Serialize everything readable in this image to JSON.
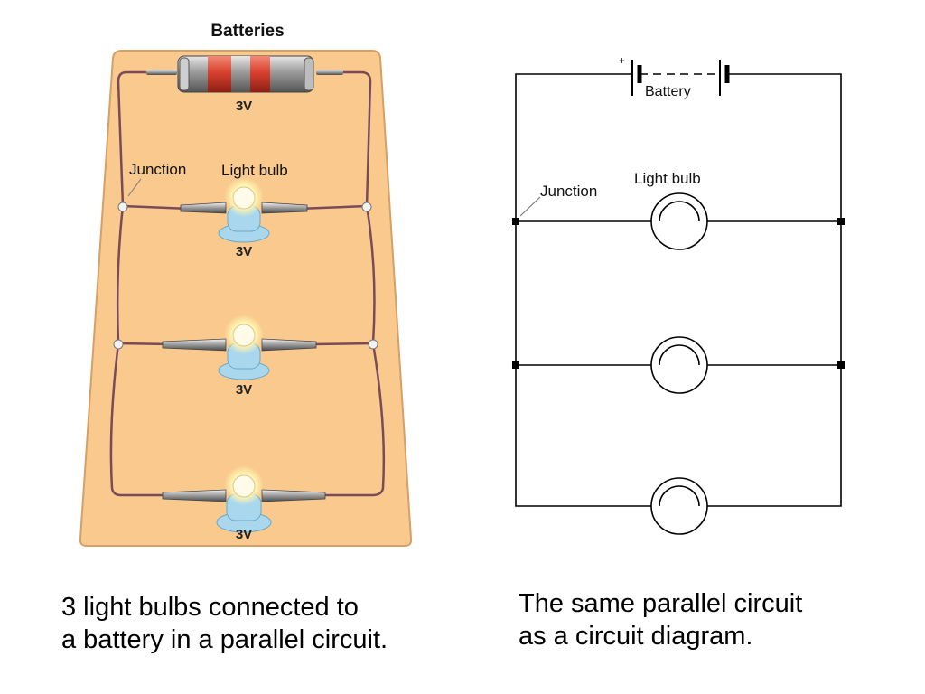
{
  "illustration": {
    "batteries_label": "Batteries",
    "battery_voltage": "3V",
    "junction_label": "Junction",
    "bulb_label": "Light bulb",
    "bulb_voltages": [
      "3V",
      "3V",
      "3V"
    ]
  },
  "schematic": {
    "plus_sign": "+",
    "battery_label": "Battery",
    "junction_label": "Junction",
    "bulb_label": "Light bulb"
  },
  "captions": {
    "left": [
      "3 light bulbs connected to",
      "a battery in a parallel circuit."
    ],
    "right": [
      "The same parallel circuit",
      "as a circuit diagram."
    ]
  },
  "colors": {
    "board": "#f9c98d",
    "board_edge": "#d4a06a",
    "wire": "#7a4a5a",
    "battery_red": "#d9412f",
    "battery_gray": "#8c8c8c",
    "bulb_base": "#a9d8ee",
    "schematic_line": "#000000"
  }
}
